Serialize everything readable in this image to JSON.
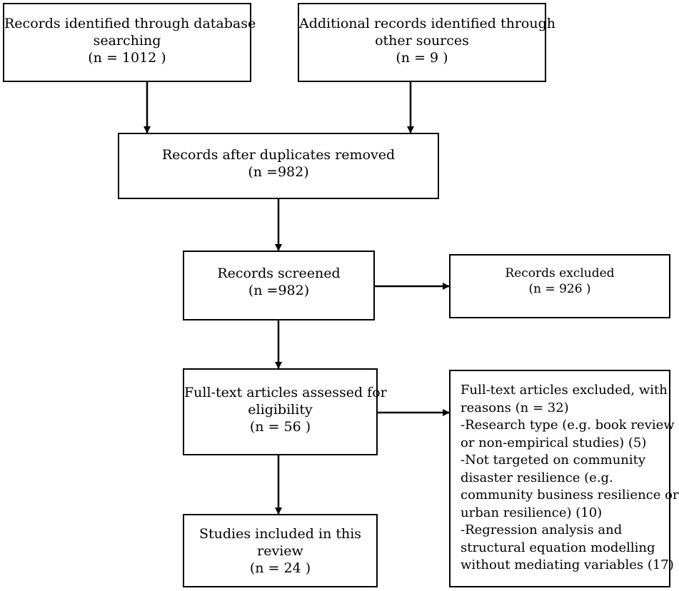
{
  "boxes": {
    "database": {
      "lines": [
        "Records identified through database",
        "searching",
        "(n = 1012 )"
      ]
    },
    "other_sources": {
      "lines": [
        "Additional records identified through",
        "other sources",
        "(n = 9 )"
      ]
    },
    "duplicates_removed": {
      "lines": [
        "Records after duplicates removed",
        "(n =982)"
      ]
    },
    "screened": {
      "lines": [
        "Records screened",
        "(n =982)"
      ]
    },
    "excluded": {
      "lines": [
        "Records excluded",
        "(n = 926 )"
      ]
    },
    "full_text": {
      "lines": [
        "Full-text articles assessed for",
        "eligibility",
        "(n = 56 )"
      ]
    },
    "full_text_excluded": {
      "lines": [
        "Full-text articles excluded, with",
        "reasons (n = 32)",
        "-Research type (e.g. book review",
        "or non-empirical studies) (5)",
        "-Not targeted on community",
        "disaster resilience (e.g.",
        "community business resilience or",
        "urban resilience) (10)",
        "-Regression analysis and",
        "structural equation modelling",
        "without mediating variables (17)"
      ]
    },
    "included": {
      "lines": [
        "Studies included in this",
        "review",
        "(n = 24 )"
      ]
    }
  }
}
